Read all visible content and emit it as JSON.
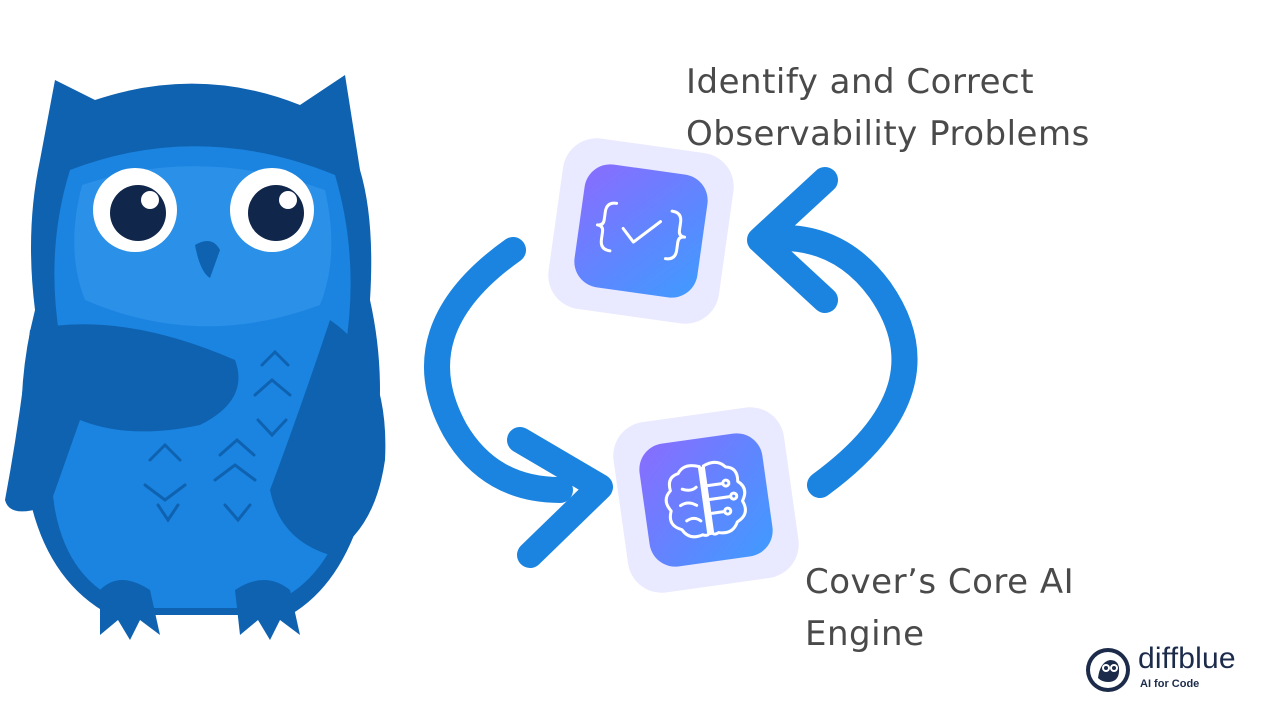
{
  "captions": {
    "top_line1": "Identify and Correct",
    "top_line2": "Observability Problems",
    "bottom_line1": "Cover’s Core AI",
    "bottom_line2": "Engine"
  },
  "logo": {
    "name": "diffblue",
    "tagline": "AI for Code"
  },
  "icons": {
    "mascot": "owl-mascot-icon",
    "top_tile": "code-check-icon",
    "bottom_tile": "brain-circuit-icon",
    "cycle": "circular-arrows-icon"
  },
  "colors": {
    "owl_light": "#1a84e0",
    "owl_dark": "#0f62b0",
    "arrow": "#1a84e0",
    "tile_start": "#8a6cff",
    "tile_end": "#3f9bff",
    "text": "#4a4a4a",
    "logo": "#1c2b4a"
  }
}
